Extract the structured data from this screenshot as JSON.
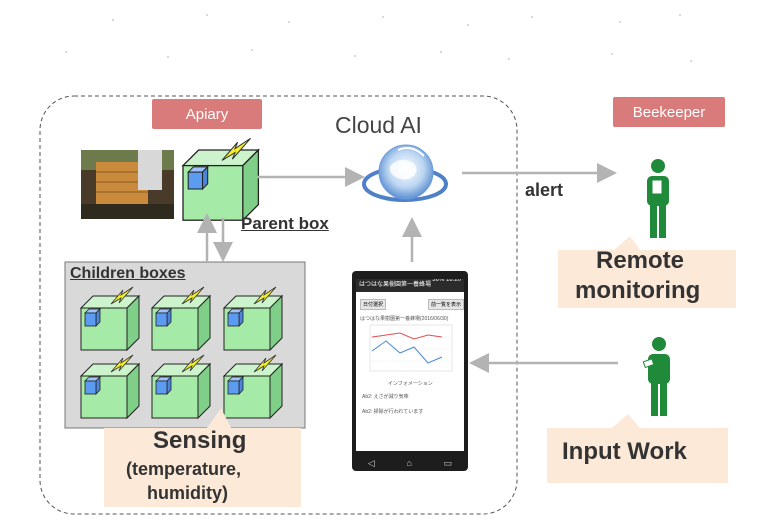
{
  "apiary_label": "Apiary",
  "cloud_label": "Cloud AI",
  "beekeeper_label": "Beekeeper",
  "alert_label": "alert",
  "parent_box_label": "Parent box",
  "children_boxes_label": "Children boxes",
  "remote_monitoring": {
    "line1": "Remote",
    "line2": "monitoring"
  },
  "input_work_label": "Input Work",
  "sensing": {
    "title": "Sensing",
    "line1": "(temperature,",
    "line2": "humidity)"
  },
  "phone": {
    "status": "36% 16:20",
    "app_title": "はつはな果樹園第一養蜂場",
    "button_left": "日付選択",
    "button_right": "前一覧を表示",
    "chart_title": "はつはな果樹園第一養蜂場(2016/06/30)",
    "axis_label": "インフォメーション",
    "info1": "Ab2: えさが減り気味",
    "info2": "Ab2: 掃除が行われています",
    "nav": [
      "◁",
      "⌂",
      "▭"
    ]
  },
  "colors": {
    "tag": "#d97b7b",
    "peach": "#fde9d8",
    "person": "#1e8a3a",
    "box": "#9fe6a0",
    "arrow": "#b3b3b3"
  }
}
